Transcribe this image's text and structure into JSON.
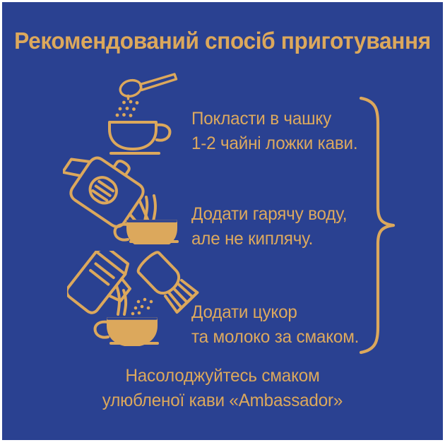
{
  "poster": {
    "background_color": "#2a4191",
    "accent_color": "#dca85c",
    "frame_color": "#ffffff",
    "title": "Рекомендований спосіб приготування"
  },
  "steps": [
    {
      "icon": "spoon-pouring-coffee-into-cup-icon",
      "line1": "Покласти в чашку",
      "line2": "1-2 чайні ложки кави."
    },
    {
      "icon": "kettle-pouring-hot-water-into-cup-icon",
      "line1": "Додати гарячу воду,",
      "line2": "але не киплячу."
    },
    {
      "icon": "milk-carton-and-sugar-bag-pouring-into-cup-icon",
      "line1": "Додати цукор",
      "line2": "та молоко за смаком."
    }
  ],
  "brace": {
    "icon": "curly-brace-icon"
  },
  "footer": {
    "line1": "Насолоджуйтесь смаком",
    "line2": "улюбленої кави «Ambassador»"
  }
}
